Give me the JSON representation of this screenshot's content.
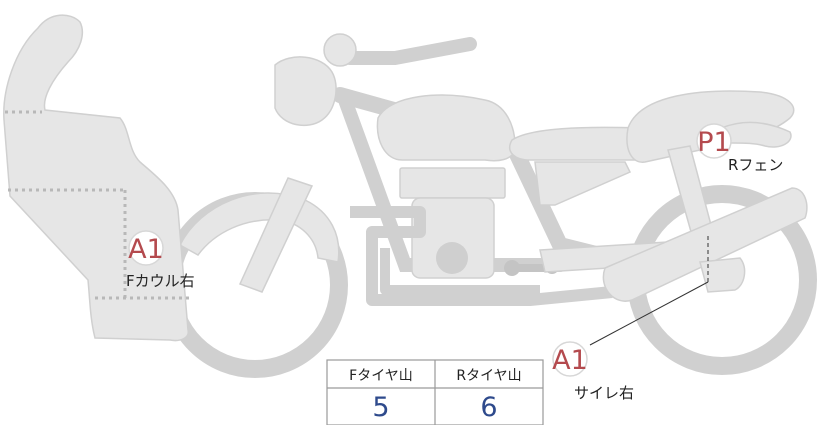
{
  "markers": [
    {
      "id": "front-cowl-right",
      "code": "A1",
      "label": "Fカウル右"
    },
    {
      "id": "rear-fender",
      "code": "P1",
      "label": "Rフェン"
    },
    {
      "id": "muffler-right",
      "code": "A1",
      "label": "サイレ右"
    }
  ],
  "tread_table": {
    "headers": [
      "Fタイヤ山",
      "Rタイヤ山"
    ],
    "values": [
      "5",
      "6"
    ]
  },
  "colors": {
    "part_fill": "#e6e6e6",
    "part_stroke": "#d0d0d0",
    "marker_code": "#b44a4e",
    "table_value": "#2e4a8c"
  }
}
